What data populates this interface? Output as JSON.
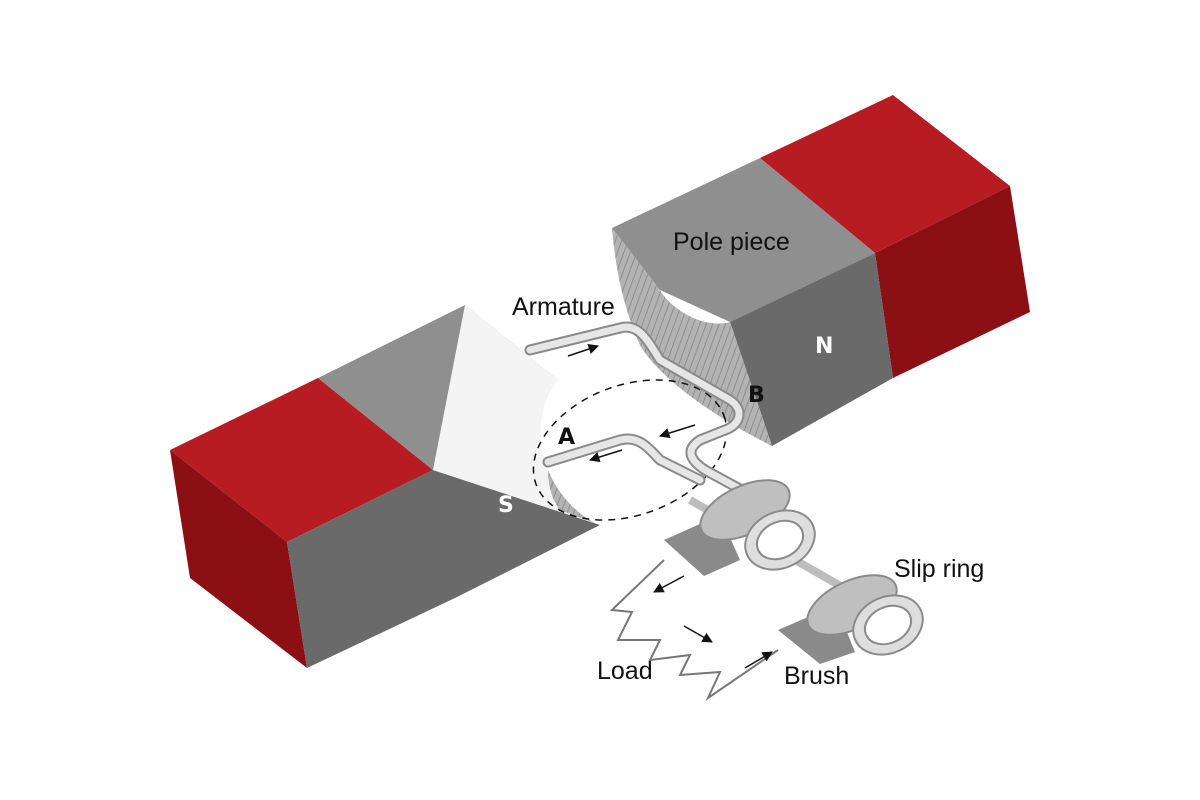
{
  "labels": {
    "pole_piece": "Pole piece",
    "armature": "Armature",
    "north": "N",
    "south": "S",
    "point_a": "A",
    "point_b": "B",
    "slip_ring": "Slip ring",
    "load": "Load",
    "brush": "Brush"
  },
  "colors": {
    "magnet_top": "#b71c22",
    "magnet_side": "#8b0f13",
    "pole_top": "#8f8f8f",
    "pole_front": "#6a6a6a",
    "pole_face": "#a8a8a8",
    "wire": "#d9d9d9",
    "wire_edge": "#8a8a8a",
    "ring": "#c8c8c8",
    "brush": "#8a8a8a",
    "text": "#111111"
  }
}
